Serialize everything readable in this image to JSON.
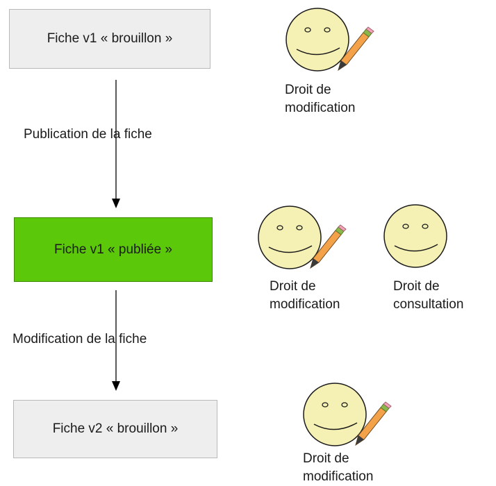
{
  "boxes": {
    "v1_draft": "Fiche v1 « brouillon »",
    "v1_published": "Fiche v1 « publiée »",
    "v2_draft": "Fiche v2 « brouillon »"
  },
  "transitions": {
    "publish": "Publication de la fiche",
    "modify": "Modification de la fiche"
  },
  "rights": {
    "edit_line1": "Droit de",
    "edit_line2": "modification",
    "view_line1": "Droit de",
    "view_line2": "consultation"
  },
  "colors": {
    "draft_fill": "#eeeeee",
    "published_fill": "#5cc80a",
    "smiley_fill": "#f5f0b4"
  },
  "icons": [
    "smiley-face-icon",
    "pencil-icon"
  ]
}
